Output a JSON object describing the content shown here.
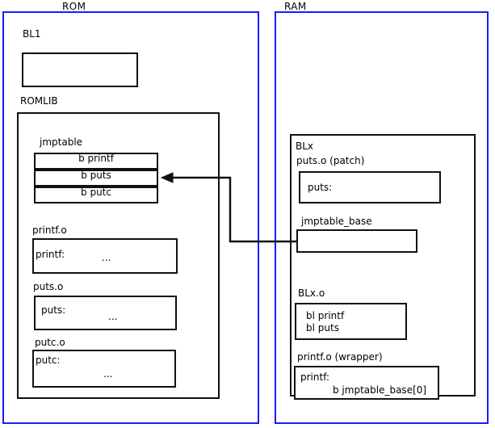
{
  "diagram": {
    "title_rom": "ROM",
    "title_ram": "RAM",
    "accent_color": "#1a1aff",
    "line_color": "#111111"
  },
  "rom": {
    "label": "ROM",
    "bl1": {
      "label": "BL1",
      "body": ""
    },
    "romlib": {
      "label": "ROMLIB",
      "jmptable": {
        "label": "jmptable",
        "entries": [
          {
            "text": "b printf"
          },
          {
            "text": "b puts"
          },
          {
            "text": "b putc"
          }
        ]
      },
      "objects": [
        {
          "label": "printf.o",
          "symbol": "printf:",
          "ellipsis": "..."
        },
        {
          "label": "puts.o",
          "symbol": "puts:",
          "ellipsis": "..."
        },
        {
          "label": "putc.o",
          "symbol": "putc:",
          "ellipsis": "..."
        }
      ]
    }
  },
  "ram": {
    "label": "RAM",
    "blx": {
      "label": "BLx",
      "patch": {
        "label": "puts.o (patch)",
        "symbol": "puts:"
      },
      "jmptable_base": {
        "label": "jmptable_base",
        "body": ""
      },
      "blx_o": {
        "label": "BLx.o",
        "line1": "bl printf",
        "line2": "bl puts"
      },
      "wrapper": {
        "label": "printf.o (wrapper)",
        "symbol": "printf:",
        "branch": "b jmptable_base[0]"
      }
    }
  },
  "connector": {
    "name": "jmptable-base-to-b-puts-arrow",
    "description": "arrow from jmptable_base to jmptable entry b puts"
  }
}
